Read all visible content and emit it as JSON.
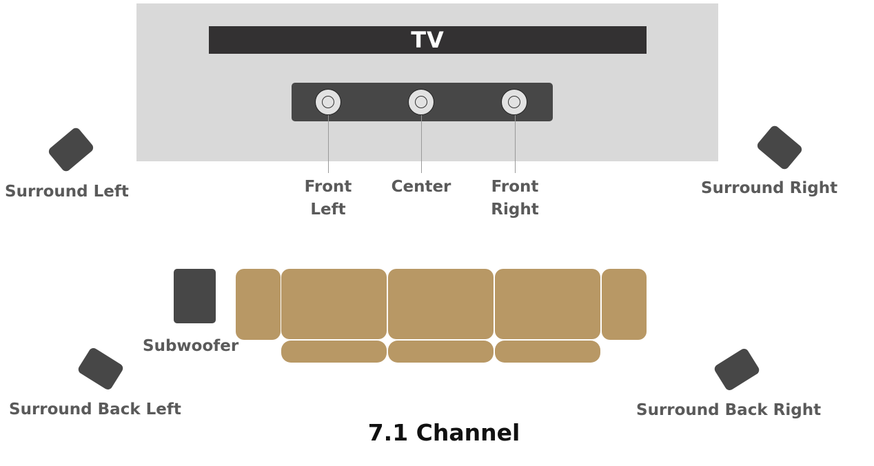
{
  "title": "7.1 Channel",
  "tv_label": "TV",
  "colors": {
    "speaker": "#474747",
    "sofa": "#b89865",
    "room": "#d9d9d9",
    "label": "#5a5a5a"
  },
  "speakers": {
    "front_left": [
      "Front",
      "Left"
    ],
    "center": "Center",
    "front_right": [
      "Front",
      "Right"
    ],
    "surround_left": "Surround Left",
    "surround_right": "Surround Right",
    "subwoofer": "Subwoofer",
    "surround_back_left": "Surround Back Left",
    "surround_back_right": "Surround Back Right"
  }
}
